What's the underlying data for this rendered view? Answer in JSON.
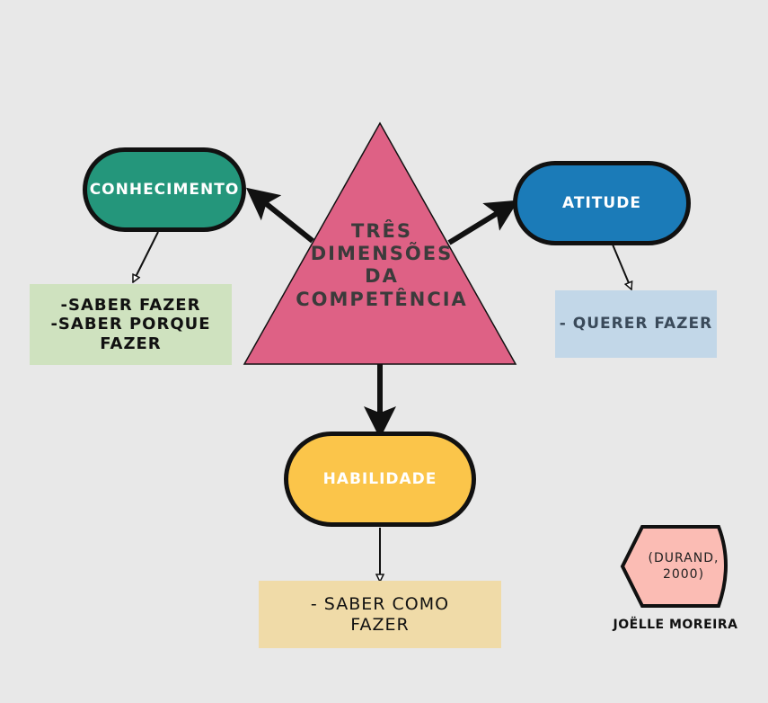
{
  "colors": {
    "background": "#e8e8e8",
    "center": "#de6185",
    "conhecimento": "#24967b",
    "atitude": "#1b7bb8",
    "habilidade": "#fbc54a",
    "note_conhecimento": "#cfe2bf",
    "note_atitude": "#c2d7e8",
    "note_habilidade": "#f0dba8",
    "citation": "#fbbcb4"
  },
  "center": {
    "lines": [
      "TRÊS",
      "DIMENSÕES",
      "DA",
      "COMPETÊNCIA"
    ]
  },
  "nodes": {
    "conhecimento": {
      "label": "CONHECIMENTO"
    },
    "atitude": {
      "label": "ATITUDE"
    },
    "habilidade": {
      "label": "HABILIDADE"
    }
  },
  "notes": {
    "conhecimento": {
      "lines": [
        "-SABER FAZER",
        "-SABER PORQUE",
        "FAZER"
      ]
    },
    "atitude": {
      "lines": [
        "- QUERER FAZER"
      ]
    },
    "habilidade": {
      "lines": [
        "- SABER COMO",
        "FAZER"
      ]
    }
  },
  "citation": {
    "lines": [
      "(DURAND,",
      "2000)"
    ]
  },
  "author": "JOËLLE MOREIRA"
}
